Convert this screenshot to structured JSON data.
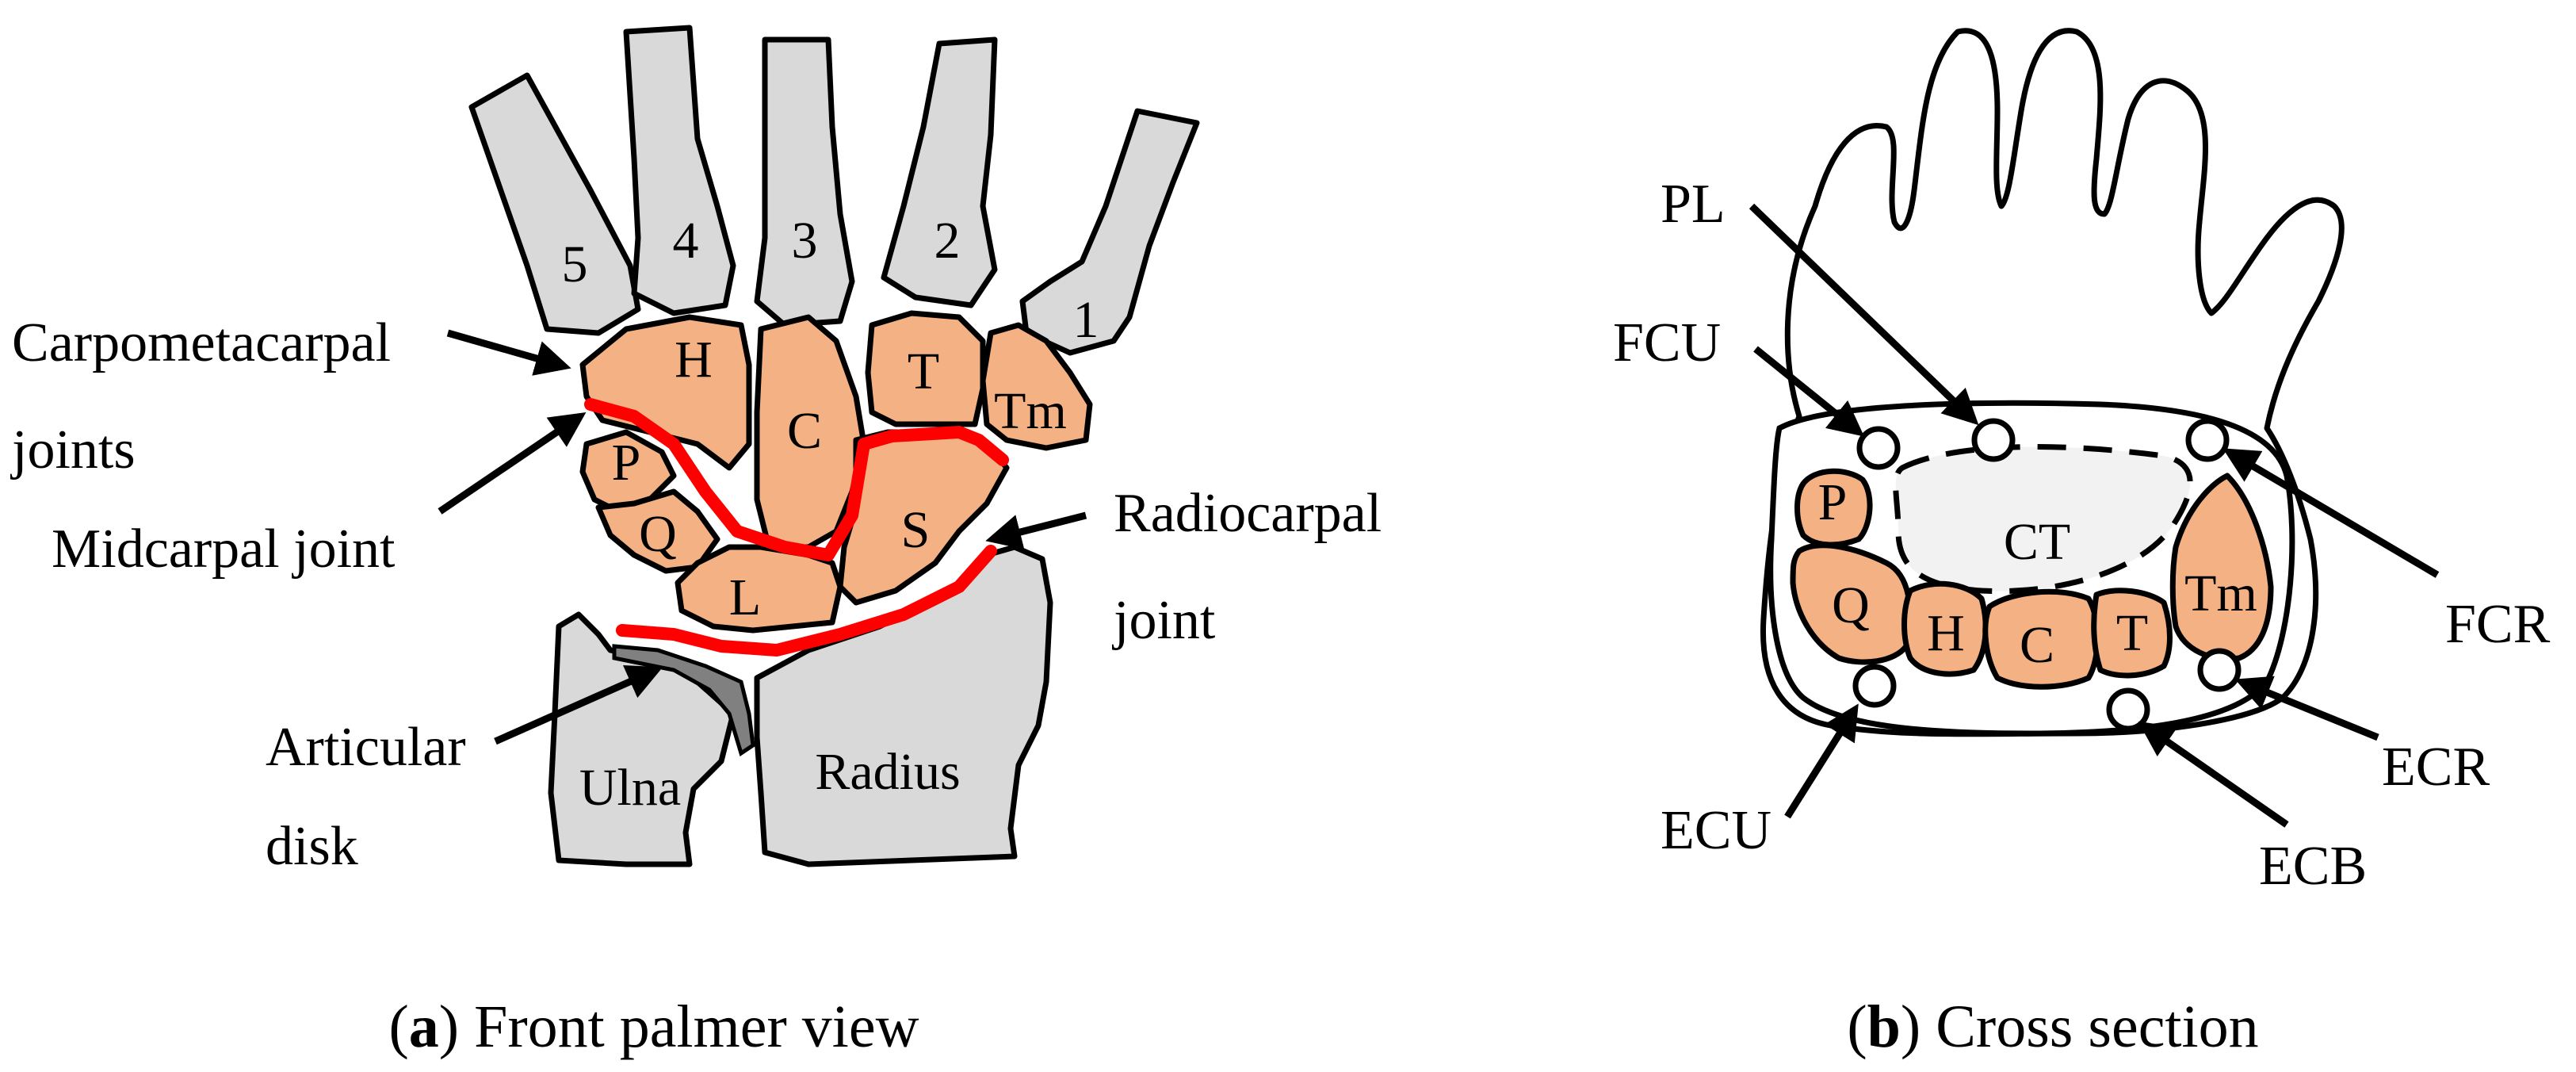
{
  "panel_a": {
    "caption_letter": "a",
    "caption_text": "Front palmer view",
    "metacarpals": [
      "5",
      "4",
      "3",
      "2",
      "1"
    ],
    "carpals": {
      "hamate": "H",
      "capitate": "C",
      "trapezoid": "T",
      "trapezium": "Tm",
      "pisiform": "P",
      "triquetrum": "Q",
      "scaphoid": "S",
      "lunate": "L"
    },
    "ulna": "Ulna",
    "radius": "Radius",
    "labels": {
      "carpometacarpal_line1": "Carpometacarpal",
      "carpometacarpal_line2": "joints",
      "midcarpal": "Midcarpal joint",
      "radiocarpal_line1": "Radiocarpal",
      "radiocarpal_line2": "joint",
      "articular_line1": "Articular",
      "articular_line2": "disk"
    },
    "colors": {
      "carpal": "#f4b183",
      "bone": "#d9d9d9",
      "joint": "#ff0000",
      "disk": "#808080"
    }
  },
  "panel_b": {
    "caption_letter": "b",
    "caption_text": "Cross section",
    "carpal_tunnel": "CT",
    "carpals": {
      "pisiform": "P",
      "triquetrum": "Q",
      "hamate": "H",
      "capitate": "C",
      "trapezoid": "T",
      "trapezium": "Tm"
    },
    "tendons": {
      "pl": "PL",
      "fcu": "FCU",
      "fcr": "FCR",
      "ecr": "ECR",
      "ecu": "ECU",
      "ecb": "ECB"
    }
  }
}
